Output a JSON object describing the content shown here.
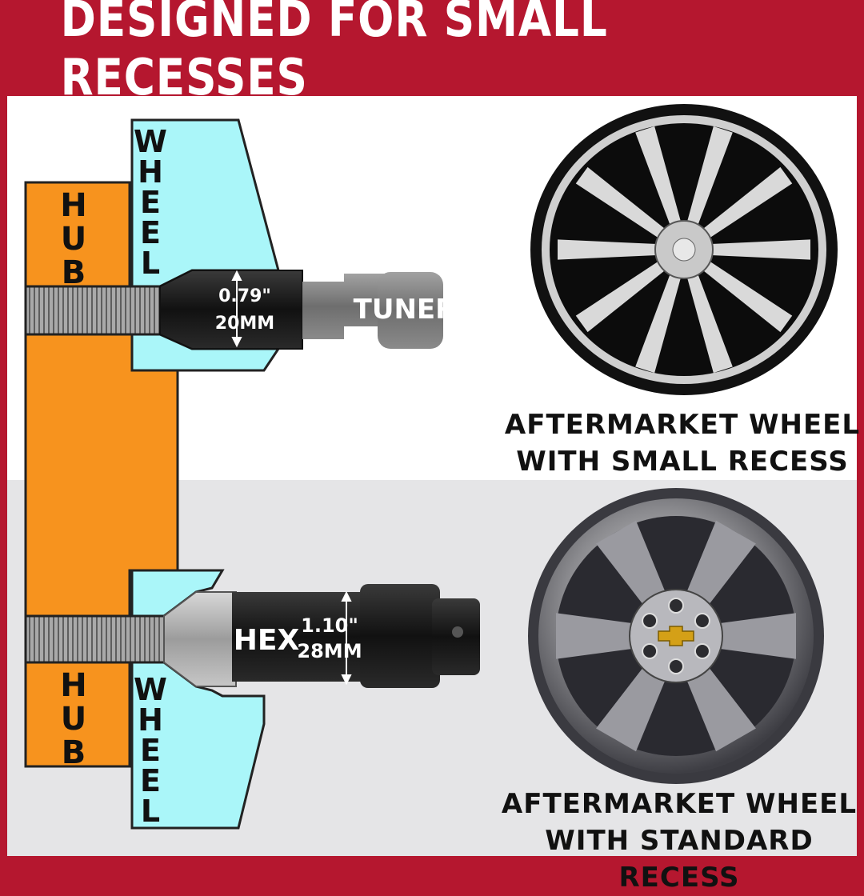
{
  "title": "DESIGNED FOR SMALL RECESSES",
  "diagram": {
    "hub_label": "HUB",
    "wheel_label": "WHEEL",
    "top": {
      "dimension_in": "0.79\"",
      "dimension_mm": "20MM",
      "tool_label": "TUNER"
    },
    "bottom": {
      "tool_label": "HEX",
      "dimension_in": "1.10\"",
      "dimension_mm": "28MM"
    }
  },
  "examples": {
    "top_caption": [
      "AFTERMARKET WHEEL",
      "WITH SMALL RECESS"
    ],
    "bottom_caption": [
      "AFTERMARKET WHEEL",
      "WITH STANDARD RECESS"
    ],
    "top_wheel_icon": "black-machined-wheel-image",
    "bottom_wheel_icon": "chrome-chevy-wheel-image"
  },
  "colors": {
    "banner": "#b5172f",
    "hub": "#f7931e",
    "wheel": "#aaf6f9",
    "socket": "#151515",
    "stud": "#9a9a9a"
  }
}
